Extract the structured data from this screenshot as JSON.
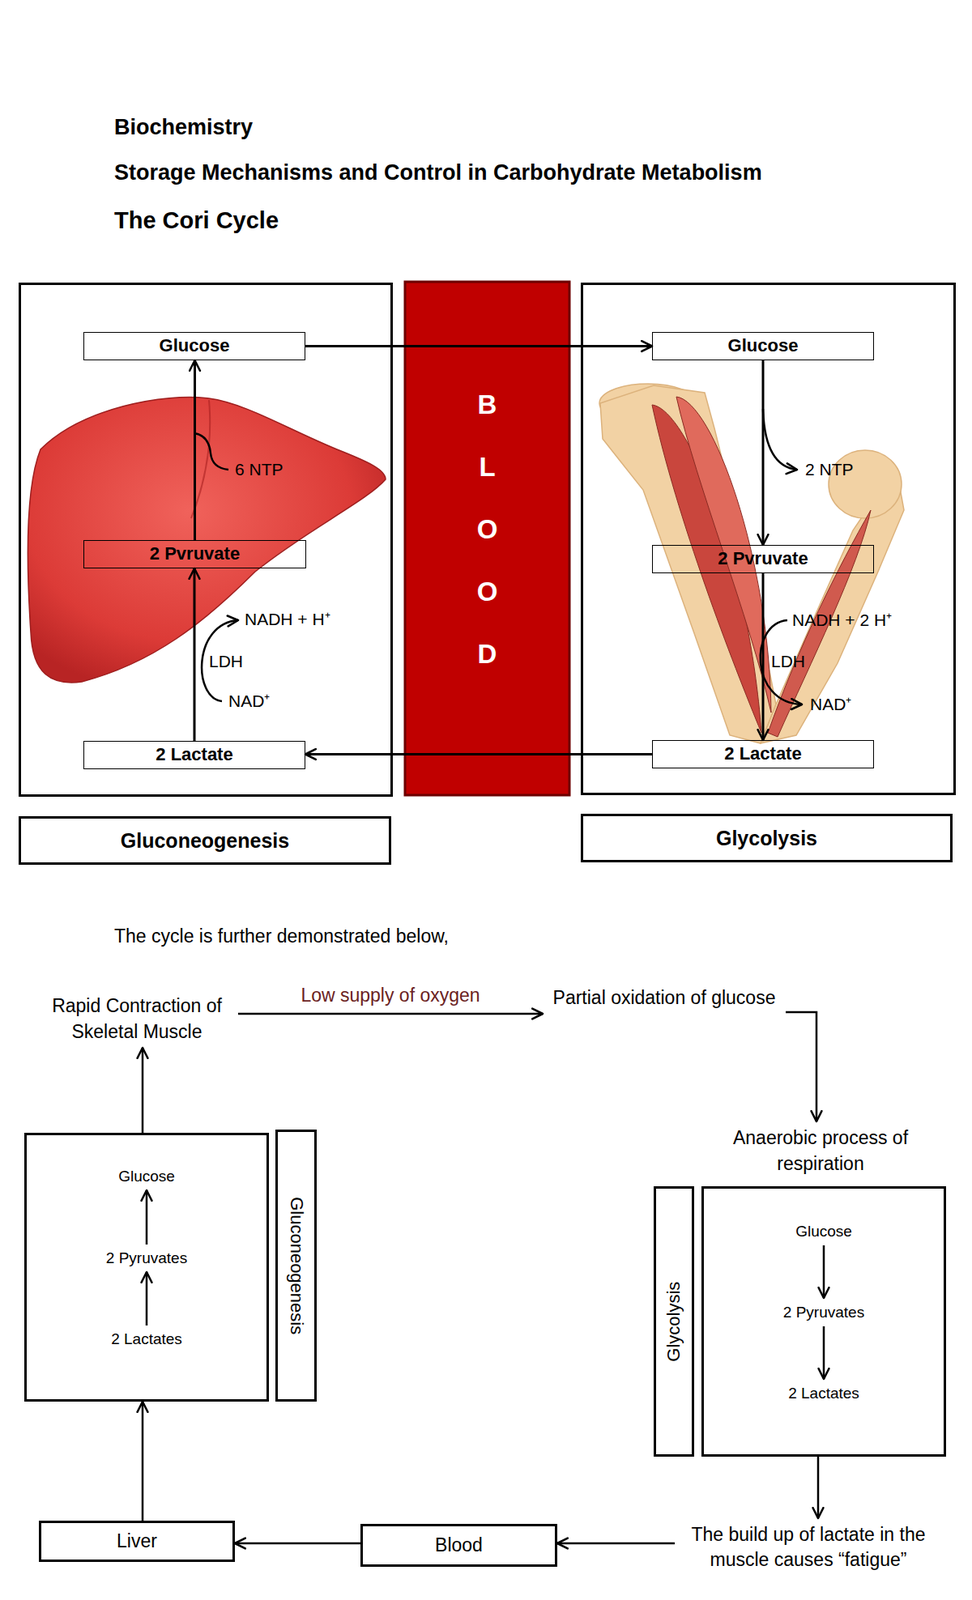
{
  "diagram": {
    "title": "The Cori Cycle",
    "nodes": [
      {
        "text": [
          "6 NTP",
          "NADH + H⁺",
          "LDH",
          "NAD⁺"
        ]
      },
      {
        "text": [
          "Glucose"
        ],
        "in": 0
      },
      {
        "text": [
          "2 Pvruvate"
        ],
        "in": 0
      },
      {
        "text": [
          "2 Lactate"
        ],
        "in": 0
      },
      {
        "text": [
          "B L O O D"
        ]
      },
      {
        "text": [
          "2 NTP",
          "NADH + 2 H⁺",
          "LDH",
          "NAD⁺"
        ]
      },
      {
        "text": [
          "Glucose"
        ],
        "in": 5
      },
      {
        "text": [
          "2 Pvruvate"
        ],
        "in": 5
      },
      {
        "text": [
          "2 Lactate"
        ],
        "in": 5
      },
      {
        "text": [
          "Gluconeogenesis"
        ]
      },
      {
        "text": [
          "Glycolysis"
        ]
      },
      {
        "text": [
          "Rapid Contraction of Skeletal Muscle"
        ]
      },
      {
        "text": [
          "Partial oxidation of glucose"
        ]
      },
      {
        "text": [
          "Anaerobic process of respiration"
        ]
      },
      {
        "text": [
          "Glucose",
          "2 Pyruvates",
          "2 Lactates"
        ]
      },
      {
        "text": [
          "Gluconeogenesis"
        ]
      },
      {
        "text": [
          "Glycolysis"
        ]
      },
      {
        "text": [
          "Glucose",
          "2 Pyruvates",
          "2 Lactates"
        ]
      },
      {
        "text": [
          "Liver"
        ]
      },
      {
        "text": [
          "Blood"
        ]
      },
      {
        "text": [
          "The build up of lactate in the muscle causes “fatigue”"
        ]
      }
    ],
    "edges": [
      {
        "from": 3,
        "to": 2,
        "arrow": "to"
      },
      {
        "from": 2,
        "to": 1,
        "arrow": "to"
      },
      {
        "from": 1,
        "to": 6,
        "arrow": "to"
      },
      {
        "from": 6,
        "to": 7,
        "arrow": "to"
      },
      {
        "from": 7,
        "to": 8,
        "arrow": "to"
      },
      {
        "from": 8,
        "to": 3,
        "arrow": "to"
      },
      {
        "from": 11,
        "to": 12,
        "label": "Low supply of oxygen",
        "arrow": "to"
      },
      {
        "from": 12,
        "to": 13,
        "arrow": "to"
      },
      {
        "from": 17,
        "to": 20,
        "arrow": "to"
      },
      {
        "from": 20,
        "to": 19,
        "arrow": "to"
      },
      {
        "from": 19,
        "to": 18,
        "arrow": "to"
      },
      {
        "from": 18,
        "to": 14,
        "arrow": "to"
      },
      {
        "from": 14,
        "to": 11,
        "arrow": "to"
      }
    ],
    "labels": [
      "Biochemistry",
      "Storage Mechanisms and Control in Carbohydrate Metabolism",
      "The cycle is further demonstrated below,"
    ]
  }
}
